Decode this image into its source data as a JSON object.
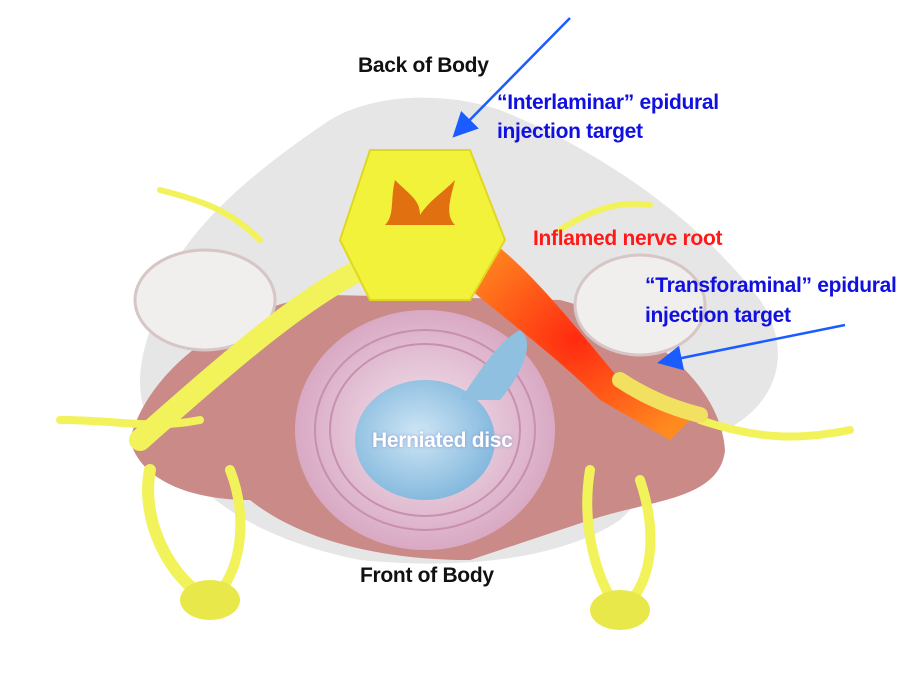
{
  "labels": {
    "back": "Back of Body",
    "front": "Front of Body",
    "interlaminar_line1": "“Interlaminar” epidural",
    "interlaminar_line2": "injection target",
    "inflamed": "Inflamed nerve root",
    "transforaminal_line1": "“Transforaminal” epidural",
    "transforaminal_line2": "injection target",
    "herniated": "Herniated disc"
  },
  "colors": {
    "arrow": "#1a5cff",
    "label_blue": "#1010e0",
    "label_red": "#ff1a1a",
    "nerve_yellow": "#f2f25a",
    "inflamed_red": "#ff3a1a",
    "bone_pink": "#c98a88",
    "nucleus_blue": "#9ecbe6"
  }
}
